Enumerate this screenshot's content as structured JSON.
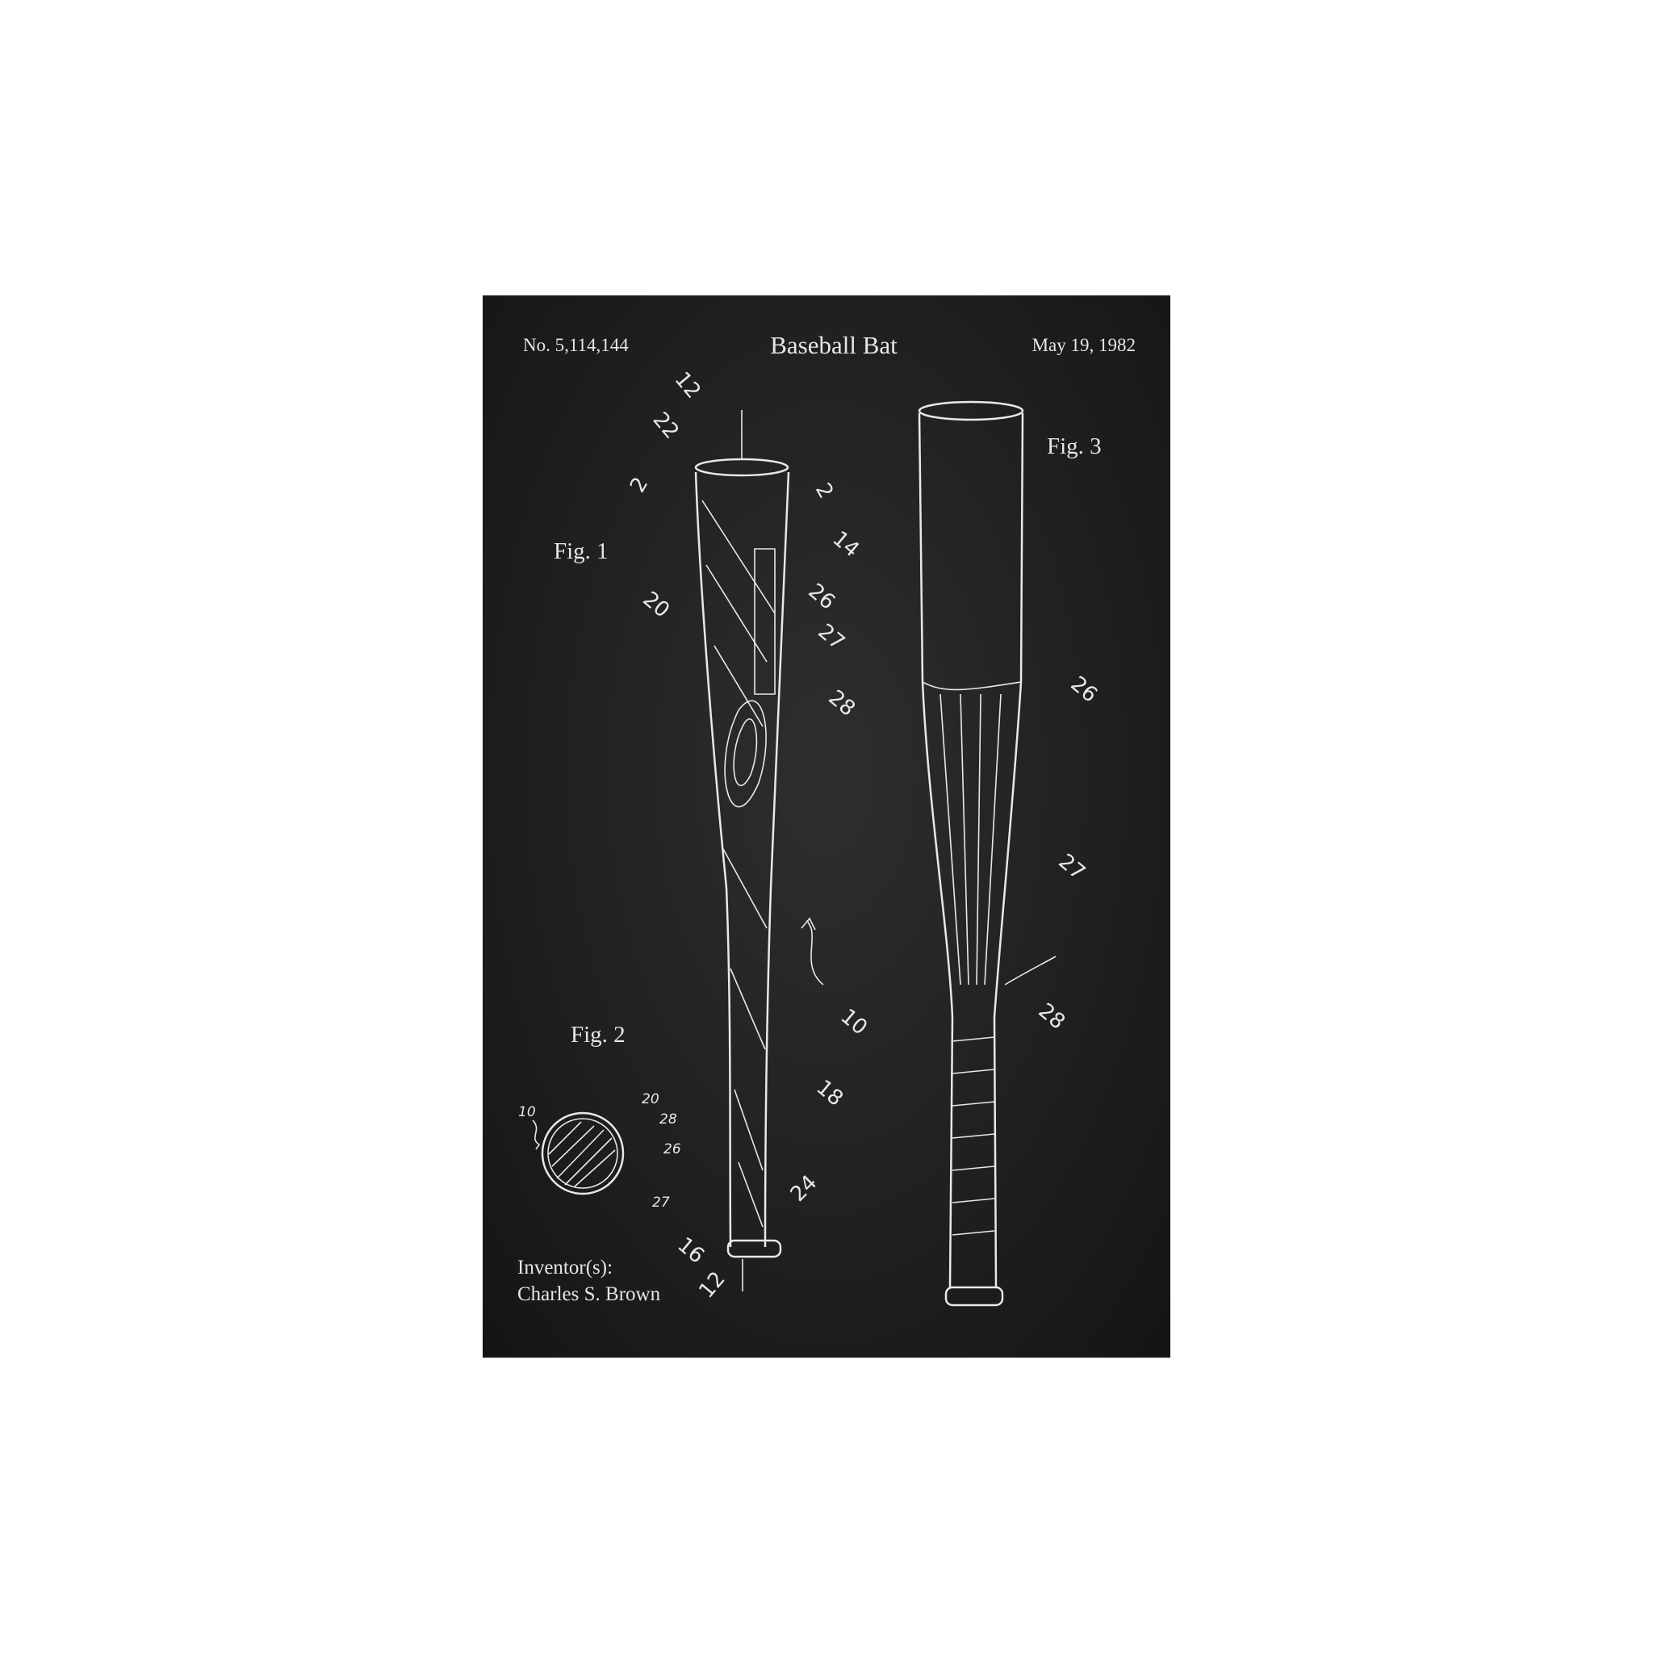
{
  "header": {
    "patent_number": "No. 5,114,144",
    "title": "Baseball Bat",
    "date": "May 19, 1982"
  },
  "figures": {
    "fig1": "Fig. 1",
    "fig2": "Fig. 2",
    "fig3": "Fig. 3"
  },
  "inventor": {
    "label": "Inventor(s):",
    "name": "Charles S. Brown"
  },
  "fig1_labels": [
    "12",
    "22",
    "2",
    "2",
    "14",
    "20",
    "26",
    "27",
    "28",
    "10",
    "18",
    "24",
    "16",
    "12"
  ],
  "fig2_labels": [
    "10",
    "20",
    "28",
    "26",
    "27"
  ],
  "fig3_labels": [
    "26",
    "27",
    "28"
  ],
  "colors": {
    "background": "#ffffff",
    "chalkboard": "#1f1f1f",
    "chalk": "#e8e8e8"
  }
}
